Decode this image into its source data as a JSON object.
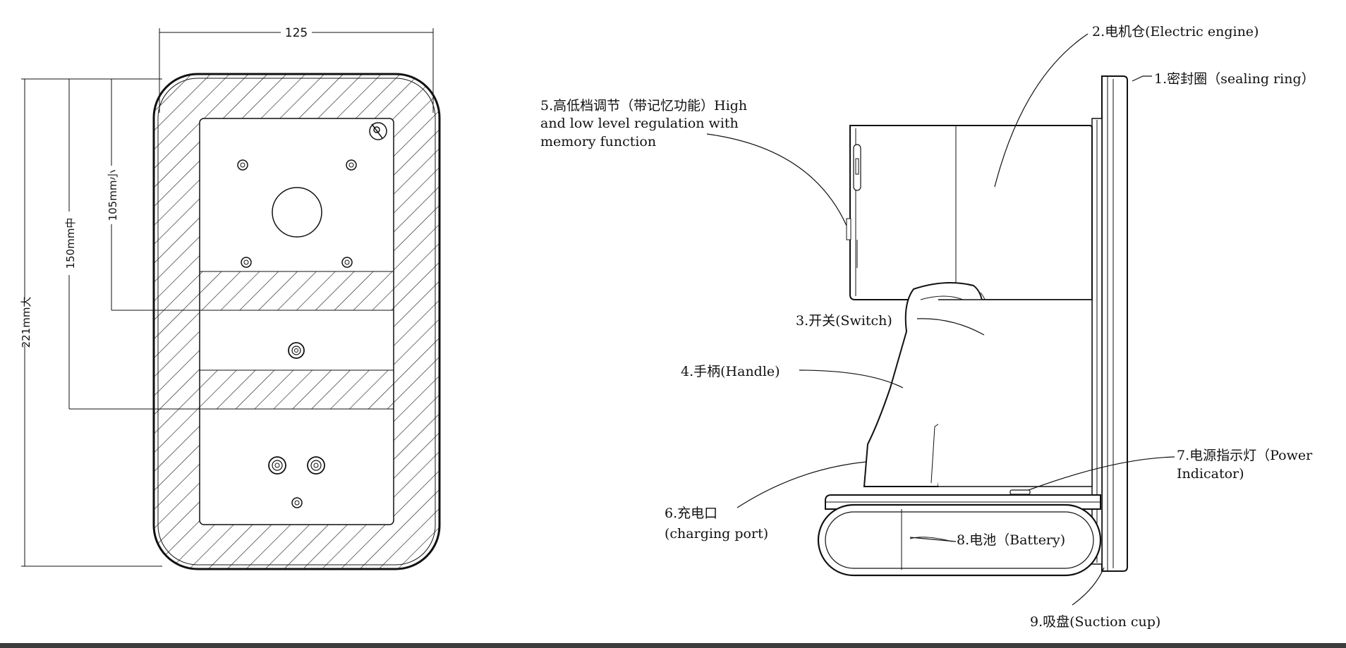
{
  "dimensions": {
    "width": "125",
    "large": "221mm大",
    "medium": "150mm中",
    "small": "105mm小"
  },
  "callouts": [
    {
      "id": "sealing_ring",
      "text": "1.密封圈（sealing ring）"
    },
    {
      "id": "motor",
      "text": "2.电机仓(Electric engine)"
    },
    {
      "id": "switch",
      "text": "3.开关(Switch)"
    },
    {
      "id": "handle",
      "text": "4.手柄(Handle)"
    },
    {
      "id": "regulation",
      "lines": [
        "5.高低档调节（带记忆功能）High",
        "and low level regulation with",
        "memory function"
      ]
    },
    {
      "id": "charging",
      "lines": [
        "6.充电口",
        "(charging port)"
      ]
    },
    {
      "id": "power",
      "lines": [
        "7.电源指示灯（Power",
        "Indicator)"
      ]
    },
    {
      "id": "battery",
      "text": "8.电池（Battery)"
    },
    {
      "id": "suction",
      "text": "9.吸盘(Suction cup)"
    }
  ]
}
